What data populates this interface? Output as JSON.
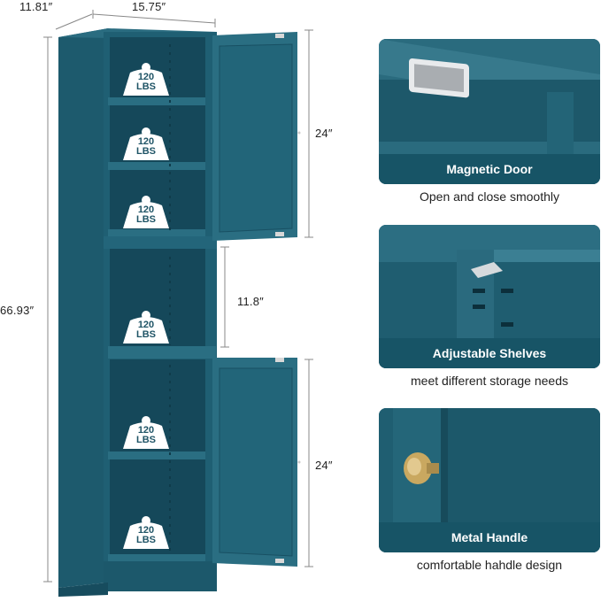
{
  "dimensions": {
    "depth": "11.81″",
    "width": "15.75″",
    "height": "66.93″",
    "upper_door_height": "24″",
    "open_shelf_height": "11.8″",
    "lower_door_height": "24″"
  },
  "weight_badges": [
    {
      "value": "120",
      "unit": "LBS"
    },
    {
      "value": "120",
      "unit": "LBS"
    },
    {
      "value": "120",
      "unit": "LBS"
    },
    {
      "value": "120",
      "unit": "LBS"
    },
    {
      "value": "120",
      "unit": "LBS"
    },
    {
      "value": "120",
      "unit": "LBS"
    }
  ],
  "features": [
    {
      "title": "Magnetic Door",
      "caption": "Open and close smoothly",
      "icon": "magnet-latch-icon"
    },
    {
      "title": "Adjustable Shelves",
      "caption": "meet different storage needs",
      "icon": "shelf-clip-icon"
    },
    {
      "title": "Metal Handle",
      "caption": "comfortable hahdle design",
      "icon": "gold-knob-icon"
    }
  ],
  "colors": {
    "cabinet": "#1f5f73",
    "cabinet_dark": "#174e60",
    "knob": "#c9a860"
  }
}
